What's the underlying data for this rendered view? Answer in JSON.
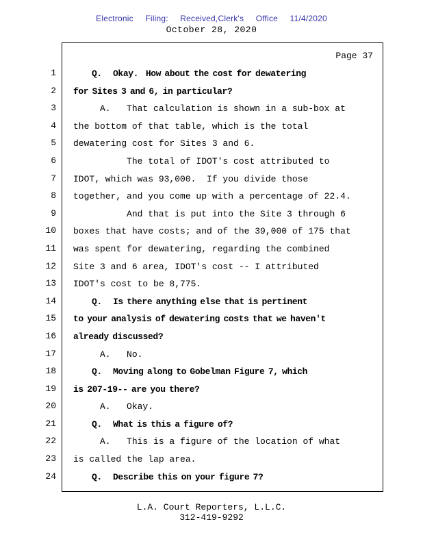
{
  "colors": {
    "header_blue": "#3333aa"
  },
  "header": {
    "filing_line": "Electronic Filing: Received,Clerk's Office 11/4/2020",
    "date_line": "October 28, 2020"
  },
  "page": {
    "page_label": "Page 37",
    "lines": [
      {
        "num": "1",
        "bold": true,
        "text": "     Q.   Okay.  How about the cost for dewatering"
      },
      {
        "num": "2",
        "bold": true,
        "text": "for Sites 3 and 6, in particular?"
      },
      {
        "num": "3",
        "bold": false,
        "text": "     A.   That calculation is shown in a sub-box at"
      },
      {
        "num": "4",
        "bold": false,
        "text": "the bottom of that table, which is the total"
      },
      {
        "num": "5",
        "bold": false,
        "text": "dewatering cost for Sites 3 and 6."
      },
      {
        "num": "6",
        "bold": false,
        "text": "          The total of IDOT's cost attributed to"
      },
      {
        "num": "7",
        "bold": false,
        "text": "IDOT, which was 93,000.  If you divide those"
      },
      {
        "num": "8",
        "bold": false,
        "text": "together, and you come up with a percentage of 22.4."
      },
      {
        "num": "9",
        "bold": false,
        "text": "          And that is put into the Site 3 through 6"
      },
      {
        "num": "10",
        "bold": false,
        "text": "boxes that have costs; and of the 39,000 of 175 that"
      },
      {
        "num": "11",
        "bold": false,
        "text": "was spent for dewatering, regarding the combined"
      },
      {
        "num": "12",
        "bold": false,
        "text": "Site 3 and 6 area, IDOT's cost -- I attributed"
      },
      {
        "num": "13",
        "bold": false,
        "text": "IDOT's cost to be 8,775."
      },
      {
        "num": "14",
        "bold": true,
        "text": "     Q.   Is there anything else that is pertinent"
      },
      {
        "num": "15",
        "bold": true,
        "text": "to your analysis of dewatering costs that we haven't"
      },
      {
        "num": "16",
        "bold": true,
        "text": "already discussed?"
      },
      {
        "num": "17",
        "bold": false,
        "text": "     A.   No."
      },
      {
        "num": "18",
        "bold": true,
        "text": "     Q.   Moving along to Gobelman Figure 7, which"
      },
      {
        "num": "19",
        "bold": true,
        "text": "is 207-19-- are you there?"
      },
      {
        "num": "20",
        "bold": false,
        "text": "     A.   Okay."
      },
      {
        "num": "21",
        "bold": true,
        "text": "     Q.   What is this a figure of?"
      },
      {
        "num": "22",
        "bold": false,
        "text": "     A.   This is a figure of the location of what"
      },
      {
        "num": "23",
        "bold": false,
        "text": "is called the lap area."
      },
      {
        "num": "24",
        "bold": true,
        "text": "     Q.   Describe this on your figure 7?"
      }
    ]
  },
  "footer": {
    "company": "L.A. Court Reporters, L.L.C.",
    "phone": "312-419-9292"
  }
}
